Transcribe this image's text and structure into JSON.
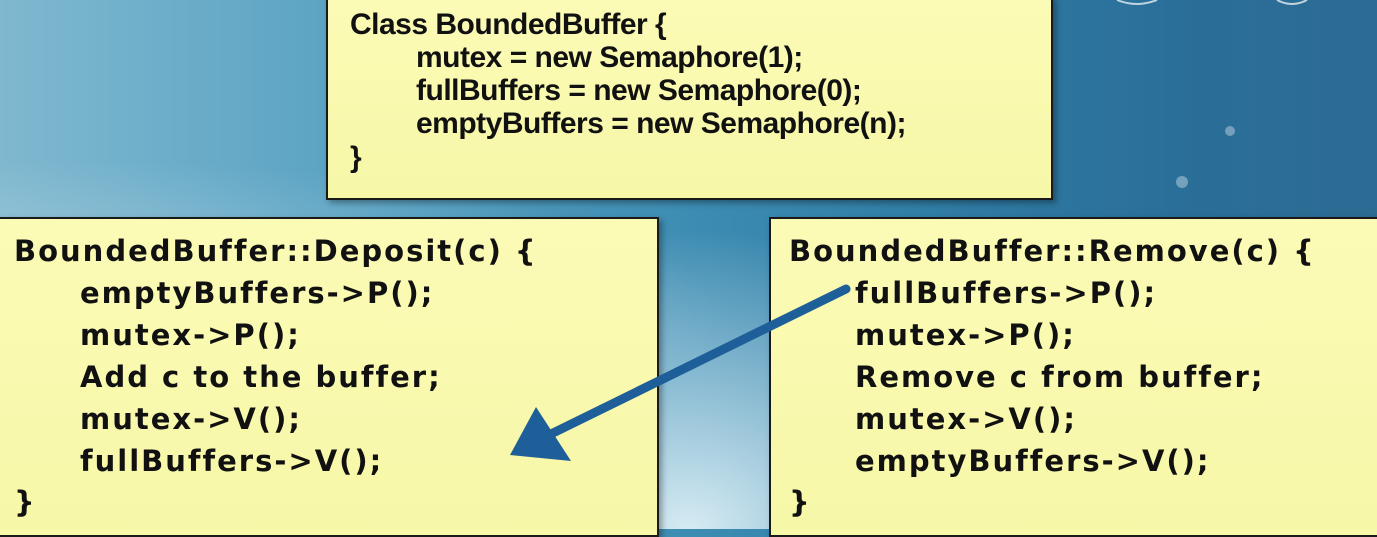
{
  "class_block": {
    "lines": [
      "Class BoundedBuffer {",
      "mutex = new Semaphore(1);",
      "fullBuffers = new Semaphore(0);",
      "emptyBuffers = new Semaphore(n);",
      "}"
    ]
  },
  "deposit_block": {
    "lines": [
      "BoundedBuffer::Deposit(c) {",
      "emptyBuffers->P();",
      "mutex->P();",
      "Add c to the buffer;",
      "mutex->V();",
      "fullBuffers->V();",
      "}"
    ]
  },
  "remove_block": {
    "lines": [
      "BoundedBuffer::Remove(c) {",
      "fullBuffers->P();",
      "mutex->P();",
      "Remove c from buffer;",
      "mutex->V();",
      "emptyBuffers->V();",
      "}"
    ]
  },
  "colors": {
    "box_fill": "#f7f7a8",
    "arrow": "#1f5f99"
  }
}
